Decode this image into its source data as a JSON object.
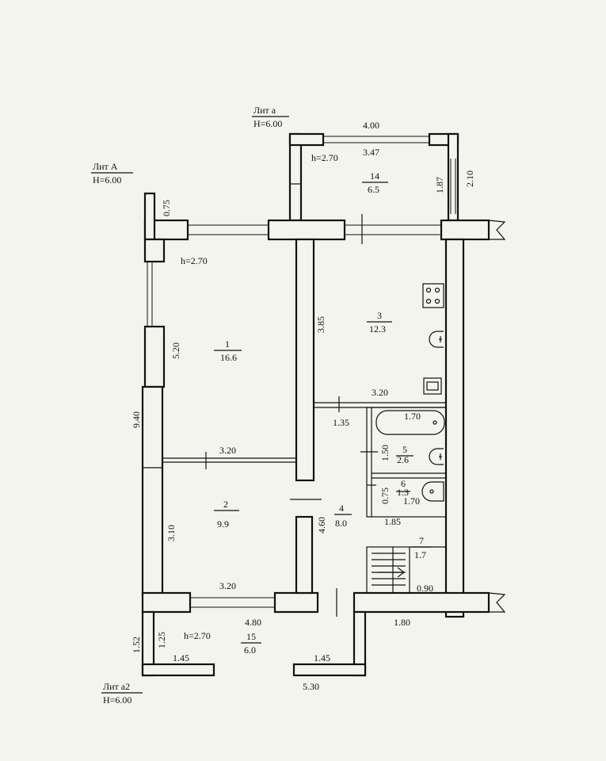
{
  "labels": {
    "lit_a_upper_title": "Лит а",
    "lit_a_upper_h": "H=6.00",
    "lit_A_title": "Лит А",
    "lit_A_h": "H=6.00",
    "lit_a2_title": "Лит а2",
    "lit_a2_h": "H=6.00"
  },
  "heights": {
    "top": "h=2.70",
    "main": "h=2.70",
    "bottom": "h=2.70"
  },
  "rooms": {
    "r1_num": "1",
    "r1_area": "16.6",
    "r2_num": "2",
    "r2_area": "9.9",
    "r3_num": "3",
    "r3_area": "12.3",
    "r4_num": "4",
    "r4_area": "8.0",
    "r5_num": "5",
    "r5_area": "2.6",
    "r6_num": "6",
    "r6_area": "1.3",
    "r7_num": "7",
    "r7_area": "1.7",
    "r14_num": "14",
    "r14_area": "6.5",
    "r15_num": "15",
    "r15_area": "6.0"
  },
  "dims": {
    "d4_00": "4.00",
    "d3_47": "3.47",
    "d1_87": "1.87",
    "d2_10": "2.10",
    "d0_75_top": "0.75",
    "d5_20": "5.20",
    "d9_40": "9.40",
    "d3_85": "3.85",
    "d3_20_kitchen": "3.20",
    "d1_35": "1.35",
    "d1_70_bath": "1.70",
    "d1_50": "1.50",
    "d0_75_wc": "0.75",
    "d1_70_wc": "1.70",
    "d1_85": "1.85",
    "d3_20_mid": "3.20",
    "d3_10": "3.10",
    "d4_60": "4.60",
    "d0_90": "0.90",
    "d3_20_bottom": "3.20",
    "d4_80": "4.80",
    "d1_80": "1.80",
    "d1_52": "1.52",
    "d1_25": "1.25",
    "d1_45_left": "1.45",
    "d1_45_right": "1.45",
    "d5_30": "5.30"
  }
}
